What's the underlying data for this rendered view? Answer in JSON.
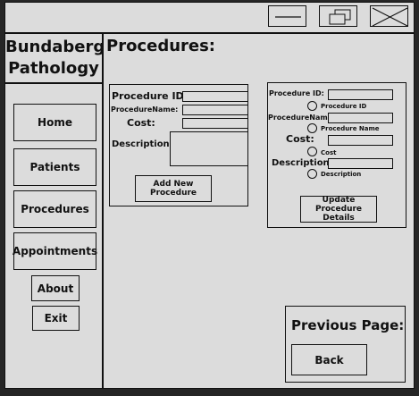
{
  "brand": {
    "line1": "Bundaberg",
    "line2": "Pathology"
  },
  "page_title": "Procedures:",
  "nav": {
    "home": "Home",
    "patients": "Patients",
    "procedures": "Procedures",
    "appointments": "Appointments",
    "about": "About",
    "exit": "Exit"
  },
  "add_form": {
    "procedure_id_label": "Procedure ID:",
    "procedure_name_label": "ProcedureName:",
    "cost_label": "Cost:",
    "description_label": "Description:",
    "add_button_line1": "Add New",
    "add_button_line2": "Procedure"
  },
  "update_form": {
    "procedure_id_label": "Procedure ID:",
    "procedure_name_label": "ProcedureName:",
    "cost_label": "Cost:",
    "description_label": "Description:",
    "radio_procedure_id": "Procedure ID",
    "radio_procedure_name": "Procedure Name",
    "radio_cost": "Cost",
    "radio_description": "Description",
    "update_button_line1": "Update Procedure",
    "update_button_line2": "Details"
  },
  "previous": {
    "title": "Previous Page:",
    "back": "Back"
  },
  "icons": {
    "minimize": "minimize-icon",
    "restore": "restore-icon",
    "close": "close-icon"
  }
}
